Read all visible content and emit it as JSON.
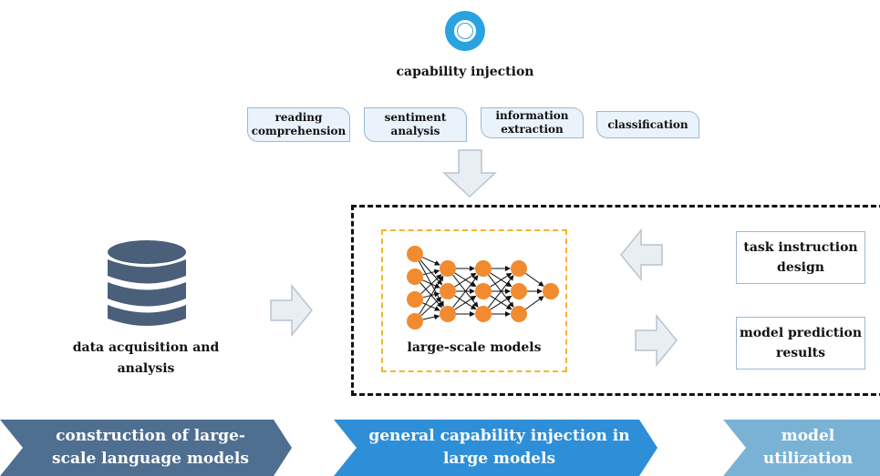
{
  "top": {
    "title": "capability injection"
  },
  "tags": [
    {
      "line1": "reading",
      "line2": "comprehension"
    },
    {
      "line1": "sentiment",
      "line2": "analysis"
    },
    {
      "line1": "information",
      "line2": "extraction"
    },
    {
      "line1": "classification",
      "line2": ""
    }
  ],
  "model": {
    "label": "large-scale models"
  },
  "side": {
    "task_line1": "task instruction",
    "task_line2": "design",
    "pred_line1": "model prediction",
    "pred_line2": "results"
  },
  "data": {
    "line1": "data acquisition and",
    "line2": "analysis"
  },
  "stages": [
    {
      "line1": "construction of large-",
      "line2": "scale language models"
    },
    {
      "line1": "general capability injection in",
      "line2": "large models"
    },
    {
      "line1": "model",
      "line2": "utilization"
    }
  ],
  "colors": {
    "icon_blue": "#29a3e0",
    "tag_fill": "#eaf3fb",
    "tag_border": "#9fb8d0",
    "neuron_orange": "#f28a30",
    "inner_dash": "#f5b52e",
    "database": "#4a5f7a",
    "stage1": "#4f6f91",
    "stage2": "#2e8ed8",
    "stage3": "#7ab2d6",
    "arrow_fill": "#e9eef3",
    "arrow_border": "#b8c4cf"
  }
}
